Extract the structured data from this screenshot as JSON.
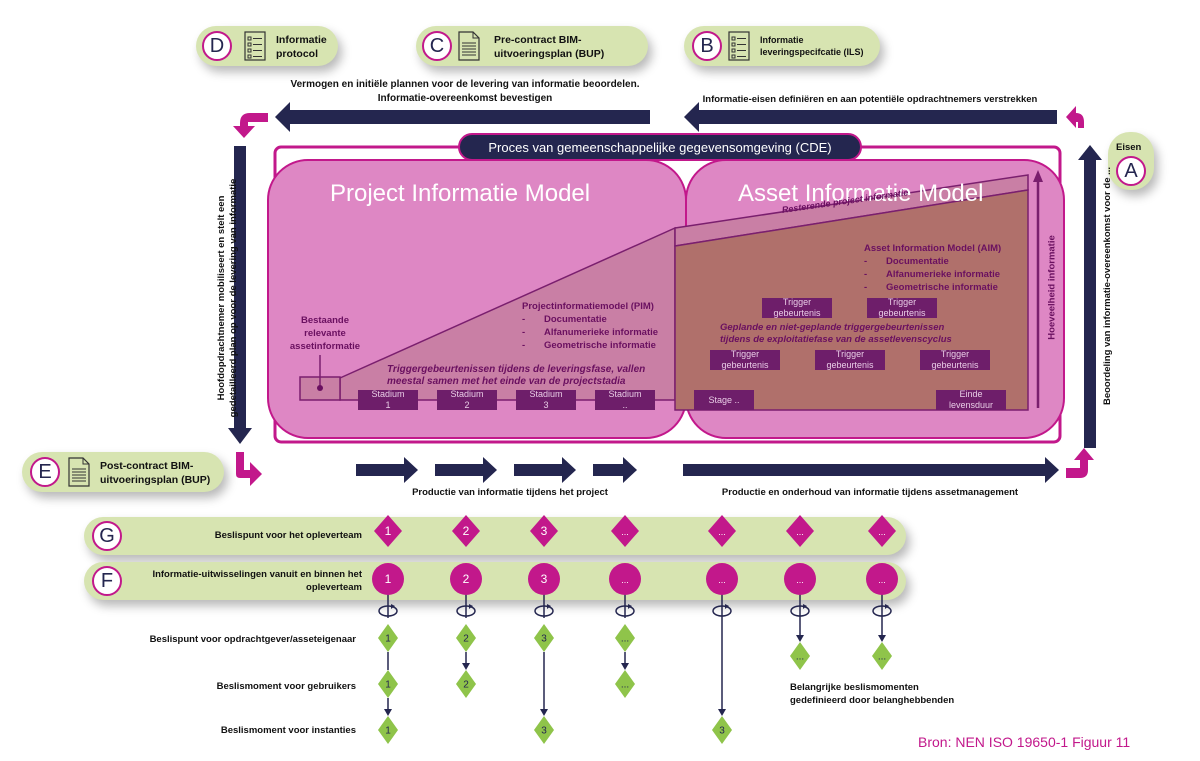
{
  "colors": {
    "navy": "#24264f",
    "magenta": "#c2188b",
    "pill_green": "#d7e4b1",
    "model_pink": "#de87c4",
    "model_brown": "#b0706b",
    "box_purple": "#6e1e6a",
    "diamond_green": "#8fc44a",
    "source_magenta": "#c2188b"
  },
  "deliverables": {
    "D": {
      "letter": "D",
      "icon": "checklist-icon",
      "label_line1": "Informatie",
      "label_line2": "protocol"
    },
    "C": {
      "letter": "C",
      "icon": "document-icon",
      "label_line1": "Pre-contract BIM-",
      "label_line2": "uitvoeringsplan (BUP)"
    },
    "B": {
      "letter": "B",
      "icon": "checklist-icon",
      "label_line1": "Informatie",
      "label_line2": "leveringspecifcatie (ILS)"
    },
    "A": {
      "letter": "A",
      "label": "Eisen"
    },
    "E": {
      "letter": "E",
      "icon": "document-icon",
      "label_line1": "Post-contract BIM-",
      "label_line2": "uitvoeringsplan (BUP)"
    }
  },
  "flow_labels": {
    "top_left_line1": "Vermogen en initiële plannen voor de levering van informatie beoordelen.",
    "top_left_line2": "Informatie-overeenkomst bevestigen",
    "top_right": "Informatie-eisen definiëren en aan potentiële opdrachtnemers verstrekken",
    "left_vertical_line1": "Hoofdopdrachtnemer mobiliseert en stelt een",
    "left_vertical_line2": "gedetailleerd plan op voor de levering van informatie",
    "right_vertical": "Beoordeling van informatie-overeenkomst voor de ...",
    "bottom_project": "Productie van informatie tijdens het project",
    "bottom_asset": "Productie en onderhoud van informatie tijdens assetmanagement"
  },
  "cde": {
    "title": "Proces van gemeenschappelijke gegevensomgeving (CDE)",
    "pim": {
      "title": "Project Informatie Model",
      "existing_label": [
        "Bestaande",
        "relevante",
        "assetinformatie"
      ],
      "model_title": "Projectinformatiemodel (PIM)",
      "model_items": [
        "Documentatie",
        "Alfanumerieke informatie",
        "Geometrische informatie"
      ],
      "trigger_text_line1": "Triggergebeurtenissen tijdens de leveringsfase, vallen",
      "trigger_text_line2": "meestal samen met het einde van de projectstadia",
      "stages": [
        {
          "line1": "Stadium",
          "line2": "1"
        },
        {
          "line1": "Stadium",
          "line2": "2"
        },
        {
          "line1": "Stadium",
          "line2": "3"
        },
        {
          "line1": "Stadium",
          "line2": ".."
        }
      ]
    },
    "aim": {
      "title": "Asset Informatie Model",
      "remaining_label": "Resterende project informatie",
      "model_title": "Asset Information Model (AIM)",
      "model_items": [
        "Documentatie",
        "Alfanumerieke informatie",
        "Geometrische informatie"
      ],
      "trigger_text_line1": "Geplande en niet-geplande triggergebeurtenissen",
      "trigger_text_line2": "tijdens de exploitatiefase van de assetlevenscyclus",
      "trigger_label_line1": "Trigger",
      "trigger_label_line2": "gebeurtenis",
      "stage_label": "Stage ..",
      "end_line1": "Einde",
      "end_line2": "levensduur",
      "axis_label": "Hoeveelheid informatie"
    }
  },
  "rows": {
    "G": {
      "letter": "G",
      "label": "Beslispunt voor het opleverteam",
      "markers": [
        "1",
        "2",
        "3",
        "...",
        "...",
        "...",
        "..."
      ]
    },
    "F": {
      "letter": "F",
      "label_line1": "Informatie-uitwisselingen vanuit en binnen het",
      "label_line2": "opleverteam",
      "markers": [
        "1",
        "2",
        "3",
        "...",
        "...",
        "...",
        "..."
      ]
    }
  },
  "decision_rows": {
    "client": {
      "label": "Beslispunt voor opdrachtgever/asseteigenaar",
      "markers": [
        "1",
        "2",
        "3",
        "..."
      ]
    },
    "users": {
      "label": "Beslismoment voor gebruikers",
      "markers": [
        "1",
        "2",
        "..."
      ]
    },
    "authorities": {
      "label": "Beslismoment voor instanties",
      "markers": [
        "1",
        "3",
        "3"
      ]
    },
    "stakeholder_markers": [
      "...",
      "..."
    ],
    "stakeholder_note_line1": "Belangrijke beslismomenten",
    "stakeholder_note_line2": "gedefinieerd door belanghebbenden"
  },
  "source": "Bron: NEN ISO 19650-1 Figuur 11"
}
